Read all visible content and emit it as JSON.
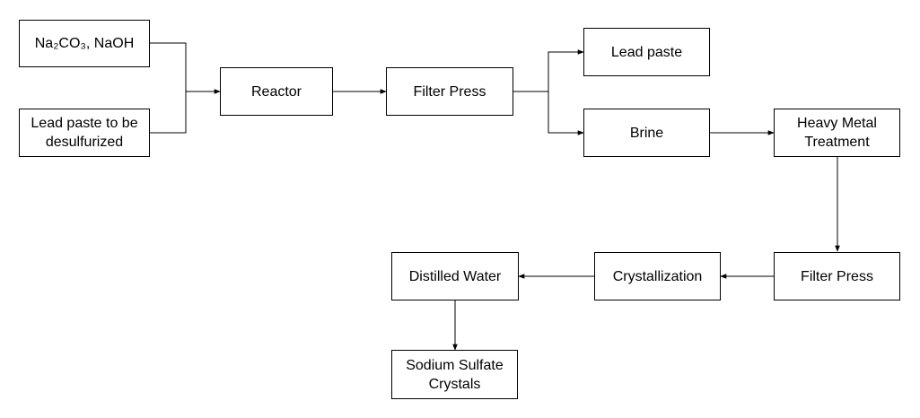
{
  "nodes": {
    "reagents": "Na₂CO₃, NaOH",
    "lead_paste_input": "Lead paste to be\ndesulfurized",
    "reactor": "Reactor",
    "filter_press_1": "Filter Press",
    "lead_paste_output": "Lead paste",
    "brine": "Brine",
    "heavy_metal_treatment": "Heavy Metal\nTreatment",
    "filter_press_2": "Filter Press",
    "crystallization": "Crystallization",
    "distilled_water": "Distilled Water",
    "sodium_sulfate_crystals": "Sodium Sulfate\nCrystals"
  }
}
